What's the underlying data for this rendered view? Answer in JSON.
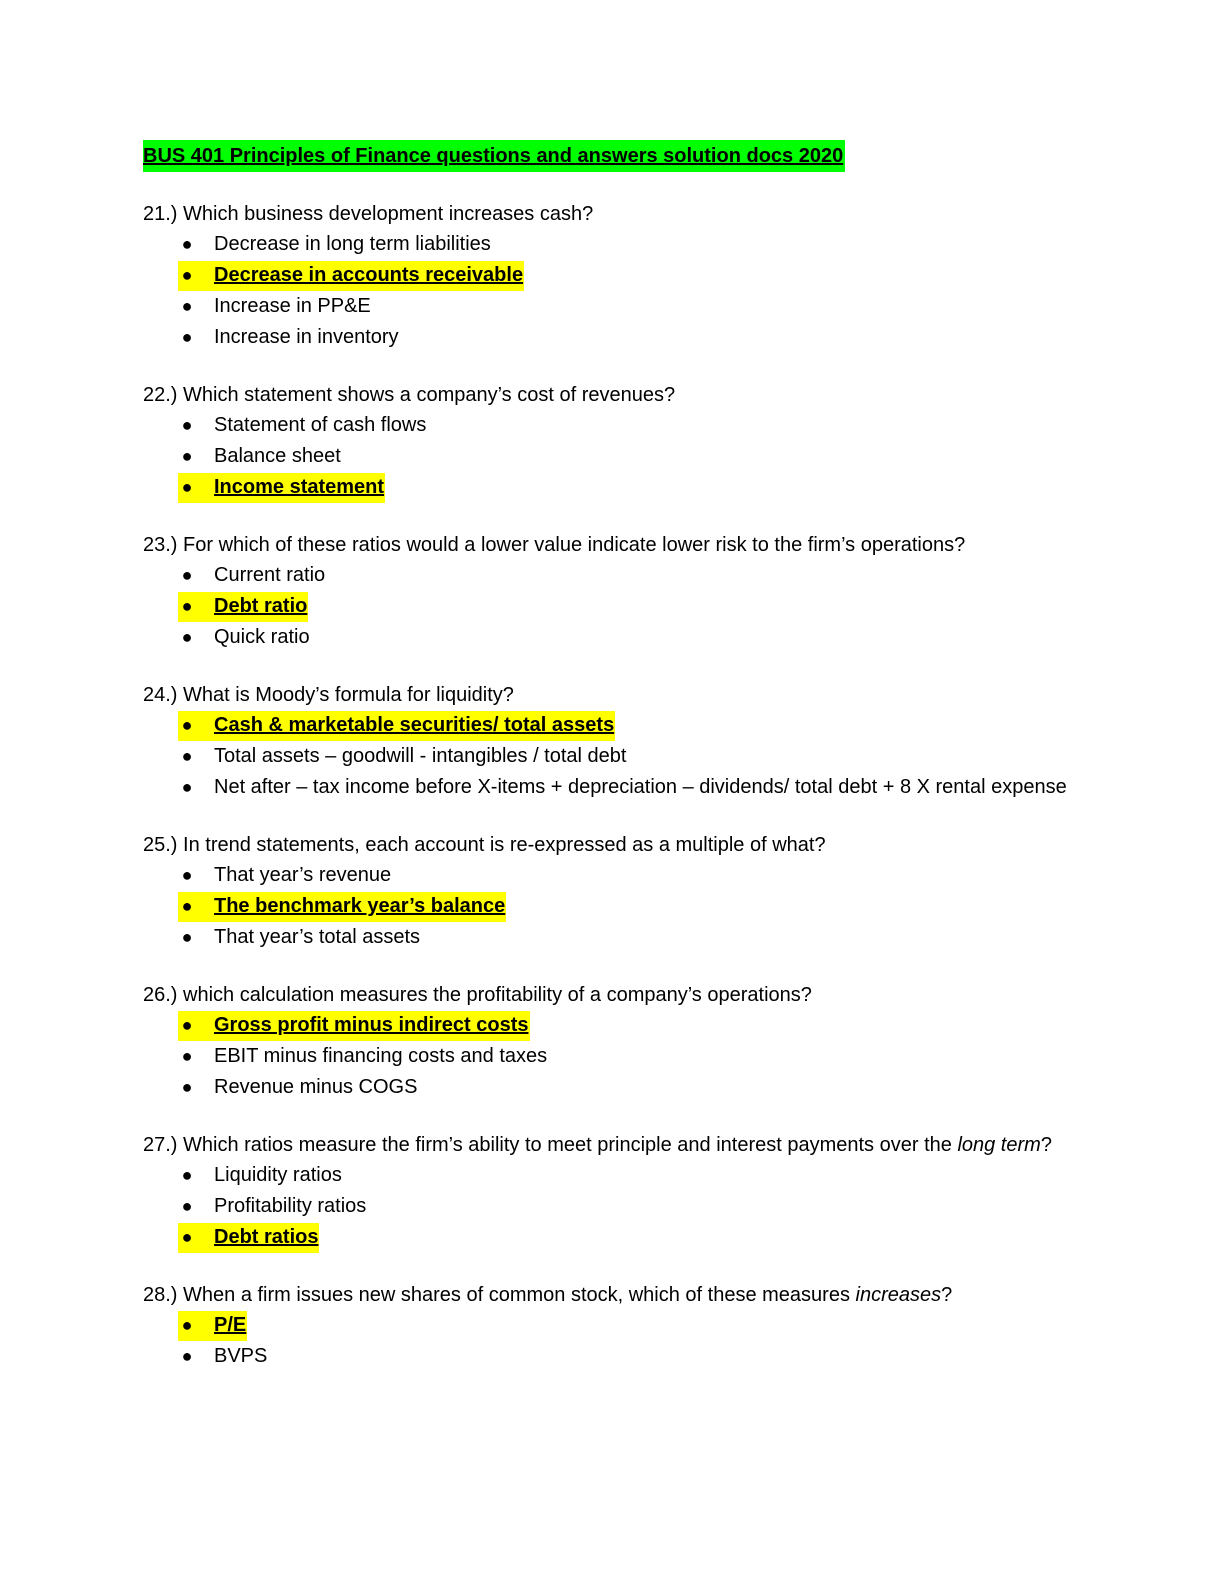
{
  "document": {
    "title": "BUS 401 Principles of Finance questions and answers solution docs 2020",
    "title_highlight_color": "#00ff00",
    "answer_highlight_color": "#ffff00"
  },
  "questions": [
    {
      "number_text": "21.) Which business development increases cash?",
      "options": [
        {
          "label": "Decrease in long term liabilities",
          "correct": false
        },
        {
          "label": "Decrease in accounts receivable",
          "correct": true
        },
        {
          "label": "Increase in PP&E",
          "correct": false
        },
        {
          "label": "Increase in inventory",
          "correct": false
        }
      ]
    },
    {
      "number_text": "22.) Which statement shows a company’s cost of revenues?",
      "options": [
        {
          "label": "Statement of cash flows",
          "correct": false
        },
        {
          "label": "Balance sheet",
          "correct": false
        },
        {
          "label": "Income statement",
          "correct": true
        }
      ]
    },
    {
      "number_text": "23.) For which of these ratios would a lower value indicate lower risk to the firm’s operations?",
      "options": [
        {
          "label": "Current ratio",
          "correct": false
        },
        {
          "label": "Debt ratio",
          "correct": true
        },
        {
          "label": "Quick ratio",
          "correct": false
        }
      ]
    },
    {
      "number_text": "24.) What is Moody’s formula for liquidity?",
      "options": [
        {
          "label": "Cash & marketable securities/ total assets",
          "correct": true
        },
        {
          "label": "Total assets – goodwill - intangibles / total debt",
          "correct": false
        },
        {
          "label": "Net after – tax income before X-items + depreciation – dividends/ total debt + 8 X rental expense",
          "correct": false
        }
      ]
    },
    {
      "number_text": "25.) In trend statements, each account is re-expressed as a multiple of what?",
      "options": [
        {
          "label": "That year’s revenue",
          "correct": false
        },
        {
          "label": "The benchmark year’s balance",
          "correct": true
        },
        {
          "label": "That year’s total assets",
          "correct": false
        }
      ]
    },
    {
      "number_text": "26.) which calculation measures the profitability of a company’s operations?",
      "options": [
        {
          "label": "Gross profit minus indirect costs",
          "correct": true
        },
        {
          "label": "EBIT minus financing costs and taxes",
          "correct": false
        },
        {
          "label": "Revenue minus COGS",
          "correct": false
        }
      ]
    },
    {
      "number_text": "27.) Which ratios measure the firm’s ability to meet principle and interest payments over the ",
      "number_text_italic": "long term",
      "number_text_after": "?",
      "options": [
        {
          "label": "Liquidity ratios",
          "correct": false
        },
        {
          "label": "Profitability ratios",
          "correct": false
        },
        {
          "label": "Debt ratios",
          "correct": true
        }
      ]
    },
    {
      "number_text": "28.) When a firm issues new shares of common stock, which of these measures ",
      "number_text_italic": "increases",
      "number_text_after": "?",
      "options": [
        {
          "label": "P/E",
          "correct": true
        },
        {
          "label": "BVPS",
          "correct": false
        }
      ]
    }
  ]
}
